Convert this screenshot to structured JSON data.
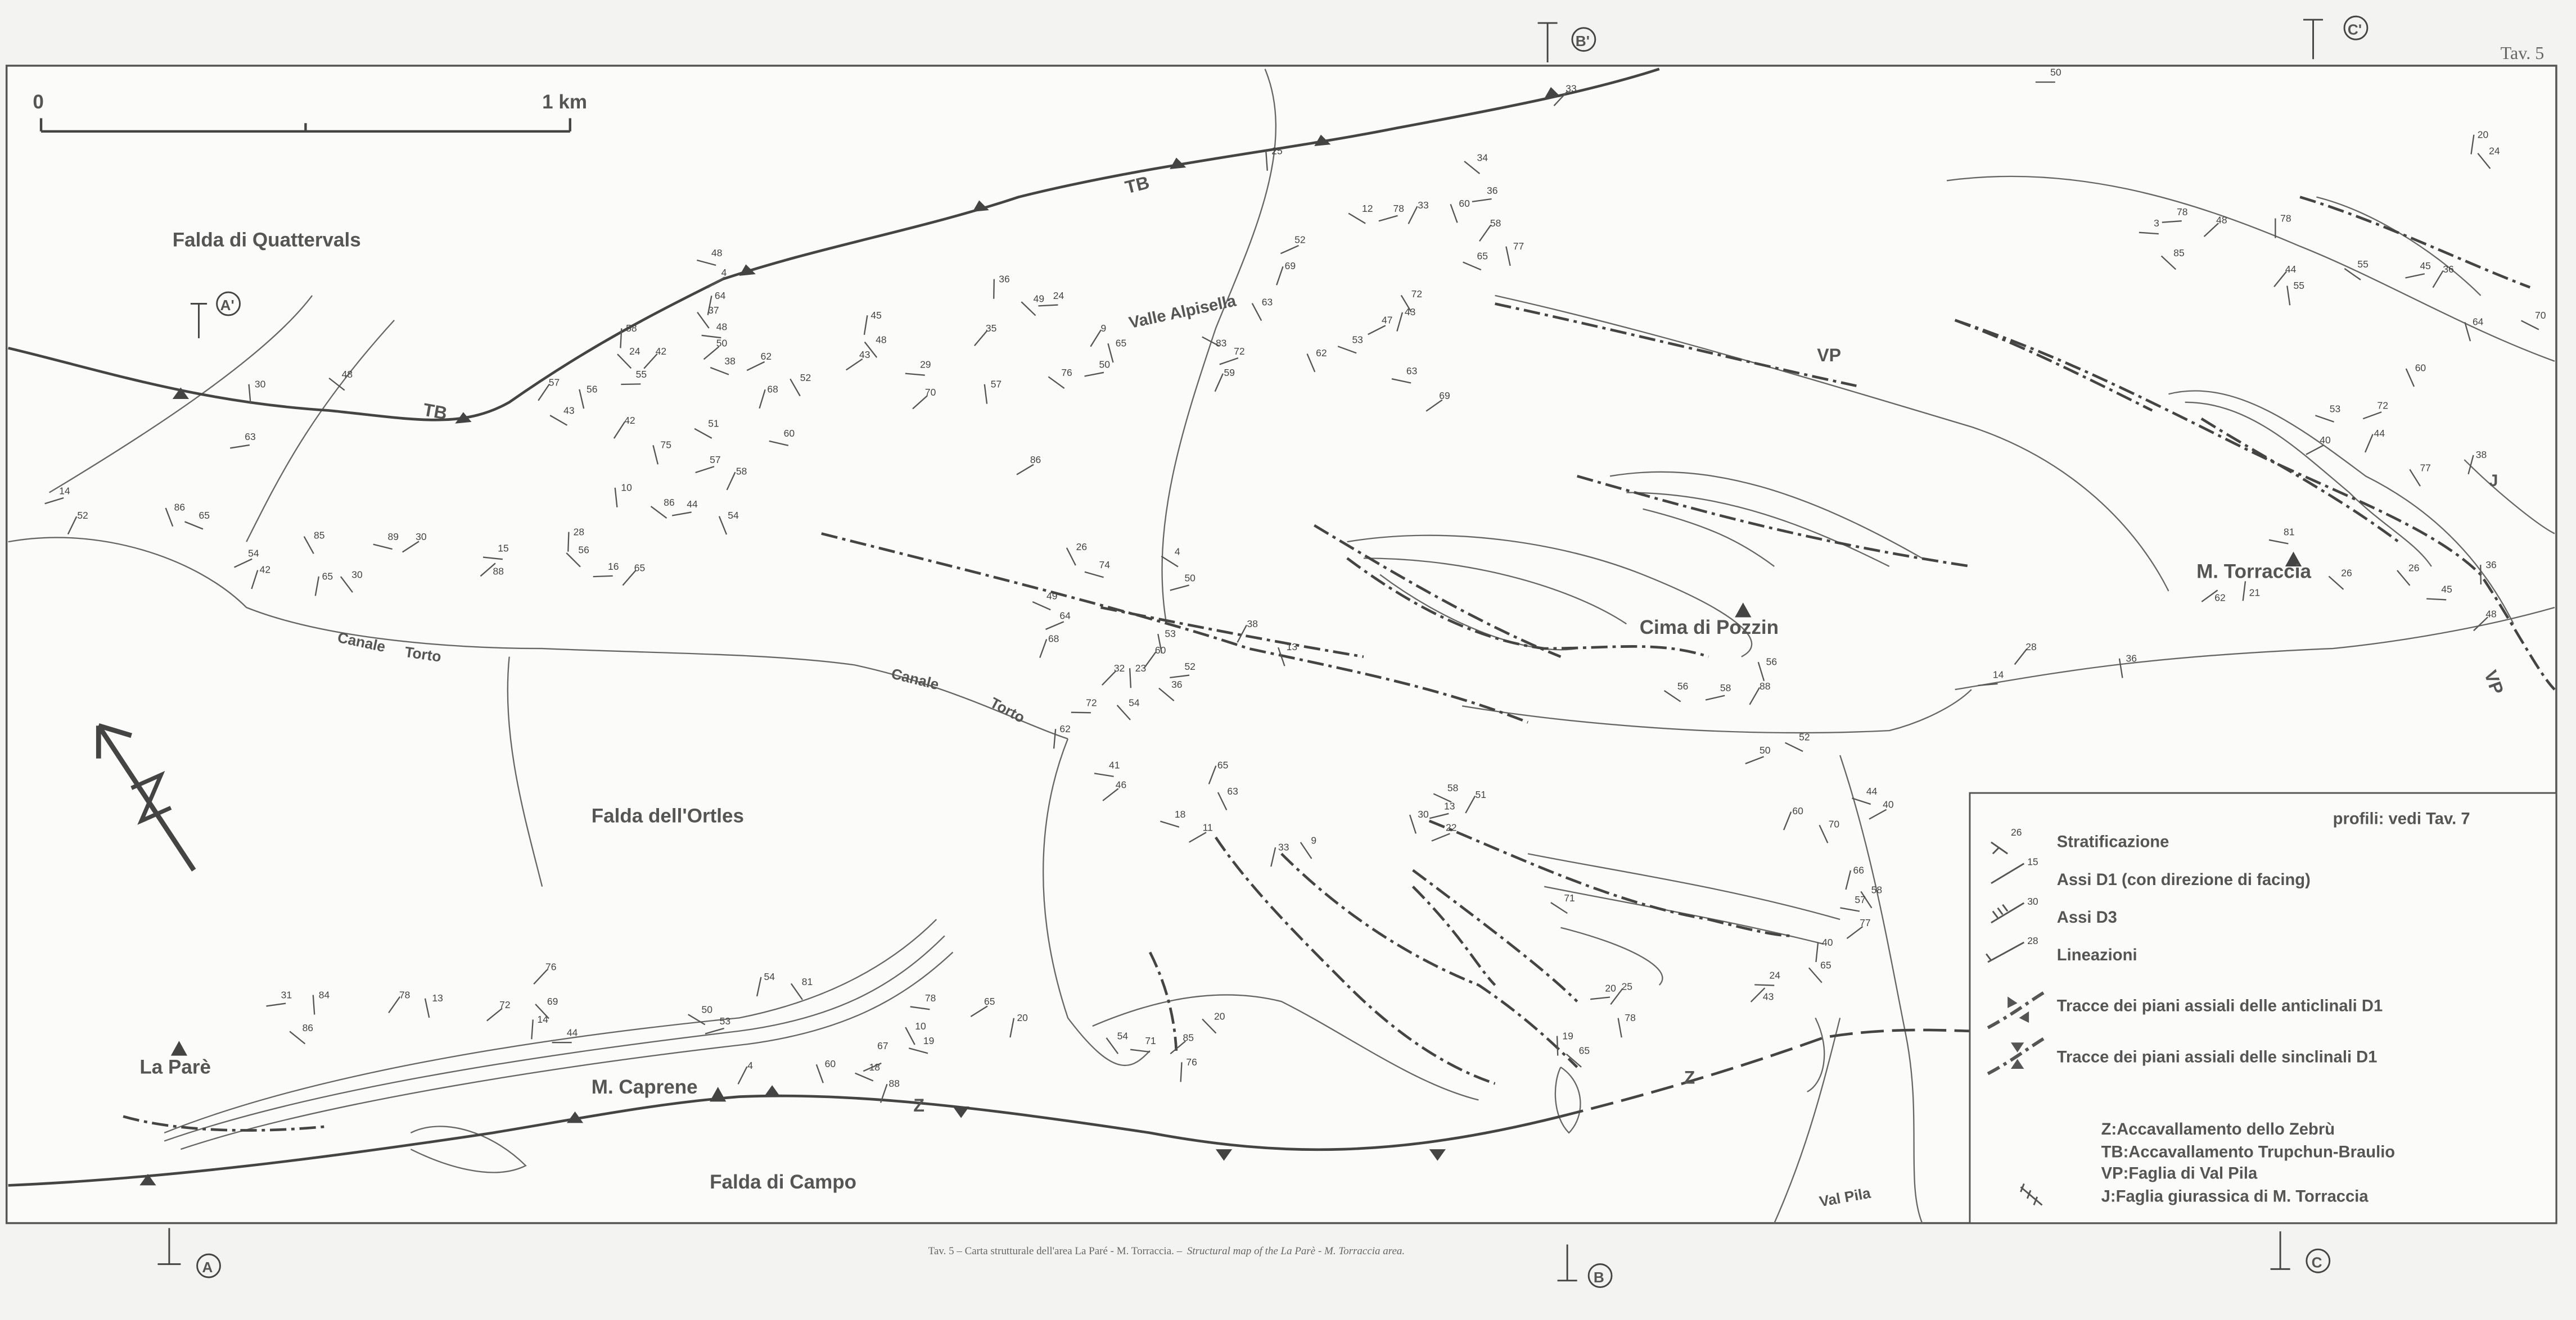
{
  "sheet_label": "Tav. 5",
  "caption": {
    "italian": "Tav. 5 – Carta strutturale dell'area La Paré - M. Torraccia. –",
    "english": "Structural map of the La Parè - M. Torraccia area."
  },
  "scale_bar": {
    "start": "0",
    "end": "1 km"
  },
  "profiles": {
    "A_top": "A'",
    "A_bottom": "A",
    "B_top": "B'",
    "B_bottom": "B",
    "C_top": "C'",
    "C_bottom": "C"
  },
  "units": {
    "quattervals": "Falda di Quattervals",
    "ortles": "Falda dell'Ortles",
    "campo": "Falda di Campo"
  },
  "places": {
    "valle_alpisella": "Valle Alpisella",
    "canale_torto_1": "Canale",
    "canale_torto_2": "Torto",
    "canale_torto_3": "Canale",
    "canale_torto_4": "Torto",
    "cima_di_pozzin": "Cima di Pozzin",
    "m_torraccia": "M. Torraccia",
    "m_caprene": "M. Caprene",
    "la_pare": "La Parè",
    "val_pila": "Val Pila"
  },
  "structure_labels": {
    "tb1": "TB",
    "tb2": "TB",
    "z1": "Z",
    "z2": "Z",
    "vp1": "VP",
    "vp2": "VP",
    "j": "J"
  },
  "legend": {
    "profiles_note": "profili: vedi Tav. 7",
    "items": [
      {
        "value": "26",
        "label": "Stratificazione"
      },
      {
        "value": "15",
        "label": "Assi D1 (con direzione di facing)"
      },
      {
        "value": "30",
        "label": "Assi D3"
      },
      {
        "value": "28",
        "label": "Lineazioni"
      },
      {
        "value": "",
        "label": "Tracce dei piani assiali delle anticlinali D1"
      },
      {
        "value": "",
        "label": "Tracce dei piani assiali delle sinclinali D1"
      }
    ],
    "abbreviations": [
      "Z:Accavallamento dello Zebrù",
      "TB:Accavallamento Trupchun-Braulio",
      "VP:Faglia di Val Pila",
      "J:Faglia giurassica di M. Torraccia"
    ]
  },
  "measurements": [
    "50",
    "33",
    "25",
    "34",
    "36",
    "58",
    "77",
    "12",
    "78",
    "33",
    "60",
    "65",
    "52",
    "69",
    "63",
    "48",
    "4",
    "64",
    "37",
    "48",
    "50",
    "58",
    "24",
    "55",
    "42",
    "30",
    "48",
    "63",
    "57",
    "56",
    "43",
    "14",
    "52",
    "86",
    "65",
    "54",
    "42",
    "85",
    "89",
    "30",
    "65",
    "30",
    "15",
    "88",
    "28",
    "56",
    "16",
    "65",
    "10",
    "86",
    "44",
    "42",
    "75",
    "51",
    "57",
    "58",
    "54",
    "38",
    "62",
    "68",
    "52",
    "60",
    "43",
    "45",
    "48",
    "29",
    "70",
    "36",
    "49",
    "24",
    "35",
    "57",
    "76",
    "50",
    "9",
    "65",
    "83",
    "72",
    "59",
    "62",
    "53",
    "47",
    "43",
    "72",
    "63",
    "69",
    "20",
    "24",
    "3",
    "48",
    "78",
    "85",
    "78",
    "44",
    "55",
    "55",
    "45",
    "36",
    "64",
    "70",
    "72",
    "44",
    "60",
    "53",
    "40",
    "38",
    "77",
    "81",
    "62",
    "21",
    "26",
    "45",
    "48",
    "36",
    "26",
    "14",
    "28",
    "36",
    "56",
    "58",
    "88",
    "56",
    "52",
    "50",
    "60",
    "70",
    "44",
    "40",
    "66",
    "58",
    "57",
    "77",
    "40",
    "65",
    "24",
    "43",
    "19",
    "65",
    "20",
    "25",
    "78",
    "71",
    "13",
    "51",
    "30",
    "58",
    "22",
    "65",
    "63",
    "18",
    "11",
    "33",
    "9",
    "41",
    "46",
    "62",
    "54",
    "72",
    "32",
    "23",
    "36",
    "52",
    "60",
    "53",
    "4",
    "50",
    "38",
    "13",
    "49",
    "64",
    "68",
    "26",
    "74",
    "86",
    "54",
    "81",
    "78",
    "72",
    "14",
    "69",
    "44",
    "76",
    "84",
    "86",
    "31",
    "78",
    "13",
    "50",
    "53",
    "4",
    "60",
    "18",
    "67",
    "88",
    "10",
    "19",
    "65",
    "20",
    "54",
    "71",
    "85",
    "76",
    "20"
  ]
}
